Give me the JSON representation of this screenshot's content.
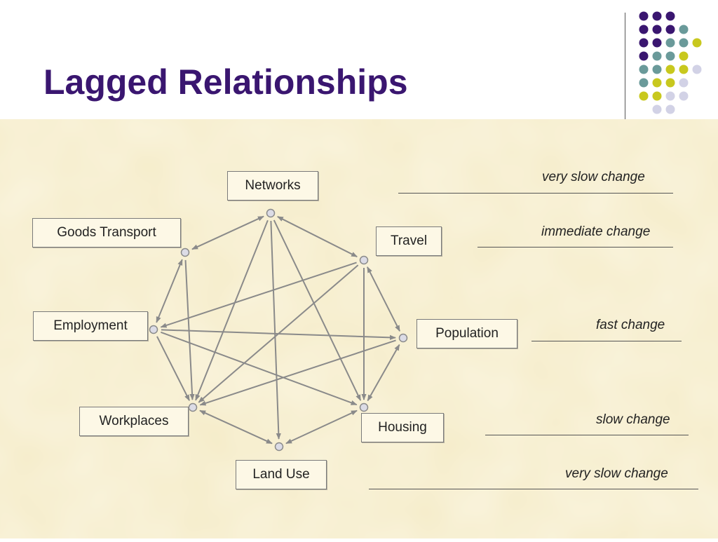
{
  "slide": {
    "title": "Lagged Relationships"
  },
  "colors": {
    "title": "#3a1670",
    "dot_purple": "#3a1670",
    "dot_teal": "#6a9a9a",
    "dot_yellow": "#c8c81e",
    "dot_lavender": "#d2d2e6",
    "panel_bg": "#f7efcf",
    "arrow": "#8a8a8a"
  },
  "diagram": {
    "nodes": [
      {
        "id": "networks",
        "label": "Networks"
      },
      {
        "id": "goods-transport",
        "label": "Goods Transport"
      },
      {
        "id": "travel",
        "label": "Travel"
      },
      {
        "id": "employment",
        "label": "Employment"
      },
      {
        "id": "population",
        "label": "Population"
      },
      {
        "id": "workplaces",
        "label": "Workplaces"
      },
      {
        "id": "housing",
        "label": "Housing"
      },
      {
        "id": "land-use",
        "label": "Land Use"
      }
    ],
    "speed_labels": [
      "very  slow change",
      "immediate change",
      "fast change",
      "slow change",
      "very  slow change"
    ]
  }
}
